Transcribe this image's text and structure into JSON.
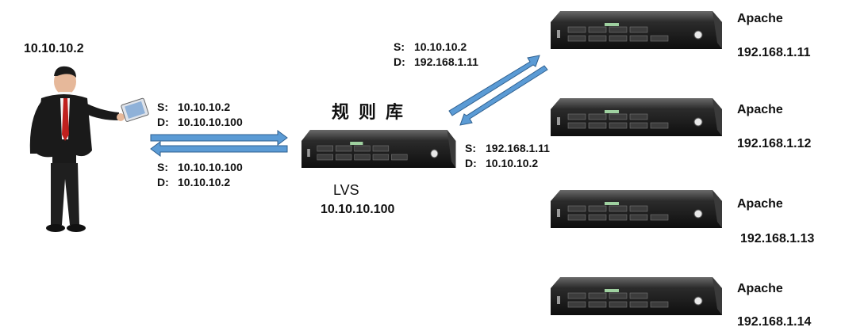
{
  "client": {
    "ip": "10.10.10.2"
  },
  "request_packet": {
    "src_label": "S:",
    "src": "10.10.10.2",
    "dst_label": "D:",
    "dst": "10.10.10.100"
  },
  "reply_packet": {
    "src_label": "S:",
    "src": "10.10.10.100",
    "dst_label": "D:",
    "dst": "10.10.10.2"
  },
  "lvs": {
    "rule_base": "规则库",
    "name": "LVS",
    "ip": "10.10.10.100"
  },
  "forward_packet": {
    "src_label": "S:",
    "src": "10.10.10.2",
    "dst_label": "D:",
    "dst": "192.168.1.11"
  },
  "return_packet": {
    "src_label": "S:",
    "src": "192.168.1.11",
    "dst_label": "D:",
    "dst": "10.10.10.2"
  },
  "servers": [
    {
      "name": "Apache",
      "ip": "192.168.1.11"
    },
    {
      "name": "Apache",
      "ip": "192.168.1.12"
    },
    {
      "name": "Apache",
      "ip": "192.168.1.13"
    },
    {
      "name": "Apache",
      "ip": "192.168.1.14"
    }
  ],
  "colors": {
    "arrow_fill": "#5b9bd5",
    "arrow_stroke": "#2e5f8f",
    "server_body": "#1c1c1c",
    "suit": "#1a1a1a",
    "tie": "#c0201e"
  }
}
